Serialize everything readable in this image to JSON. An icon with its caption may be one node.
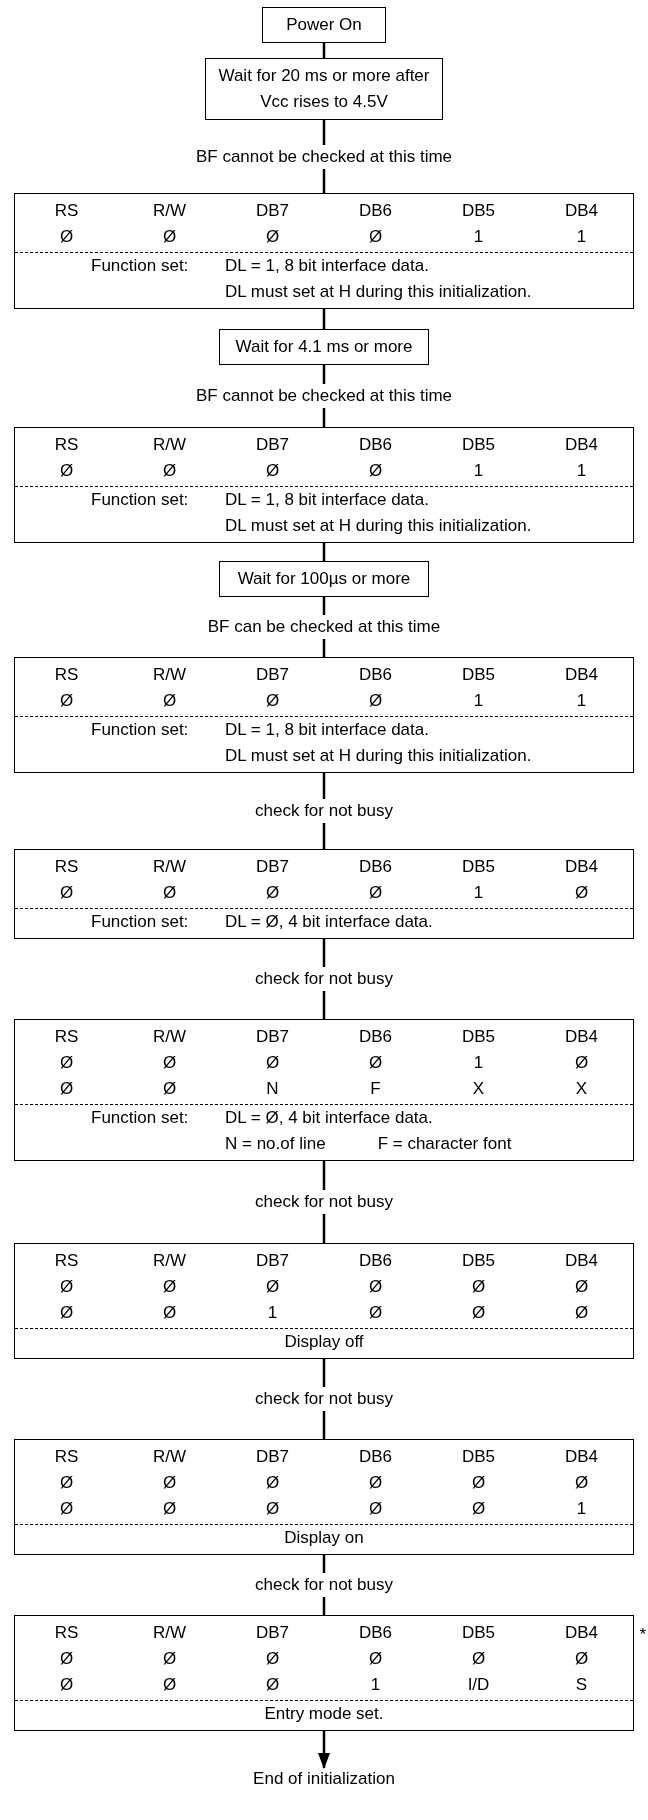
{
  "diagram": {
    "nodes": [
      {
        "text": [
          "Power On"
        ]
      },
      {
        "text": [
          "Wait for 20 ms or more after Vcc rises to 4.5V"
        ]
      },
      {
        "text": [
          "RS",
          "R/W",
          "DB7",
          "DB6",
          "DB5",
          "DB4",
          "Ø",
          "Ø",
          "Ø",
          "Ø",
          "1",
          "1",
          "Function set:",
          "DL = 1, 8 bit interface data.",
          "DL must set at H during this initialization."
        ]
      },
      {
        "text": [
          "Wait for 4.1 ms or more"
        ]
      },
      {
        "text": [
          "RS",
          "R/W",
          "DB7",
          "DB6",
          "DB5",
          "DB4",
          "Ø",
          "Ø",
          "Ø",
          "Ø",
          "1",
          "1",
          "Function set:",
          "DL = 1, 8 bit interface data.",
          "DL must set at H during this initialization."
        ]
      },
      {
        "text": [
          "Wait for 100µs or more"
        ]
      },
      {
        "text": [
          "RS",
          "R/W",
          "DB7",
          "DB6",
          "DB5",
          "DB4",
          "Ø",
          "Ø",
          "Ø",
          "Ø",
          "1",
          "1",
          "Function set:",
          "DL = 1, 8 bit interface data.",
          "DL must set at H during this initialization."
        ]
      },
      {
        "text": [
          "RS",
          "R/W",
          "DB7",
          "DB6",
          "DB5",
          "DB4",
          "Ø",
          "Ø",
          "Ø",
          "Ø",
          "1",
          "Ø",
          "Function set:",
          "DL = Ø, 4 bit interface data."
        ]
      },
      {
        "text": [
          "RS",
          "R/W",
          "DB7",
          "DB6",
          "DB5",
          "DB4",
          "Ø",
          "Ø",
          "Ø",
          "Ø",
          "1",
          "Ø",
          "Ø",
          "Ø",
          "N",
          "F",
          "X",
          "X",
          "Function set:",
          "DL = Ø, 4 bit interface data.",
          "N = no.of line",
          "F = character font"
        ]
      },
      {
        "text": [
          "RS",
          "R/W",
          "DB7",
          "DB6",
          "DB5",
          "DB4",
          "Ø",
          "Ø",
          "Ø",
          "Ø",
          "Ø",
          "Ø",
          "Ø",
          "Ø",
          "1",
          "Ø",
          "Ø",
          "Ø",
          "Display off"
        ]
      },
      {
        "text": [
          "RS",
          "R/W",
          "DB7",
          "DB6",
          "DB5",
          "DB4",
          "Ø",
          "Ø",
          "Ø",
          "Ø",
          "Ø",
          "Ø",
          "Ø",
          "Ø",
          "Ø",
          "Ø",
          "Ø",
          "1",
          "Display on"
        ]
      },
      {
        "text": [
          "RS",
          "R/W",
          "DB7",
          "DB6",
          "DB5",
          "DB4",
          "Ø",
          "Ø",
          "Ø",
          "Ø",
          "Ø",
          "Ø",
          "Ø",
          "Ø",
          "Ø",
          "1",
          "I/D",
          "S",
          "Entry mode set."
        ]
      },
      {
        "text": [
          "End of initialization"
        ]
      }
    ],
    "edges": [
      {
        "from": 0,
        "to": 1,
        "arrow": "none"
      },
      {
        "from": 1,
        "to": 2,
        "arrow": "none",
        "label": "BF cannot be checked at this time"
      },
      {
        "from": 2,
        "to": 3,
        "arrow": "none"
      },
      {
        "from": 3,
        "to": 4,
        "arrow": "none",
        "label": "BF cannot be checked at this time"
      },
      {
        "from": 4,
        "to": 5,
        "arrow": "none"
      },
      {
        "from": 5,
        "to": 6,
        "arrow": "none",
        "label": "BF can be checked at this time"
      },
      {
        "from": 6,
        "to": 7,
        "arrow": "none",
        "label": "check for not busy"
      },
      {
        "from": 7,
        "to": 8,
        "arrow": "none",
        "label": "check for not busy"
      },
      {
        "from": 8,
        "to": 9,
        "arrow": "none",
        "label": "check for not busy"
      },
      {
        "from": 9,
        "to": 10,
        "arrow": "none",
        "label": "check for not busy"
      },
      {
        "from": 10,
        "to": 11,
        "arrow": "none",
        "label": "check for not busy"
      },
      {
        "from": 11,
        "to": 12,
        "arrow": "to"
      }
    ],
    "labels": [
      "*"
    ]
  }
}
